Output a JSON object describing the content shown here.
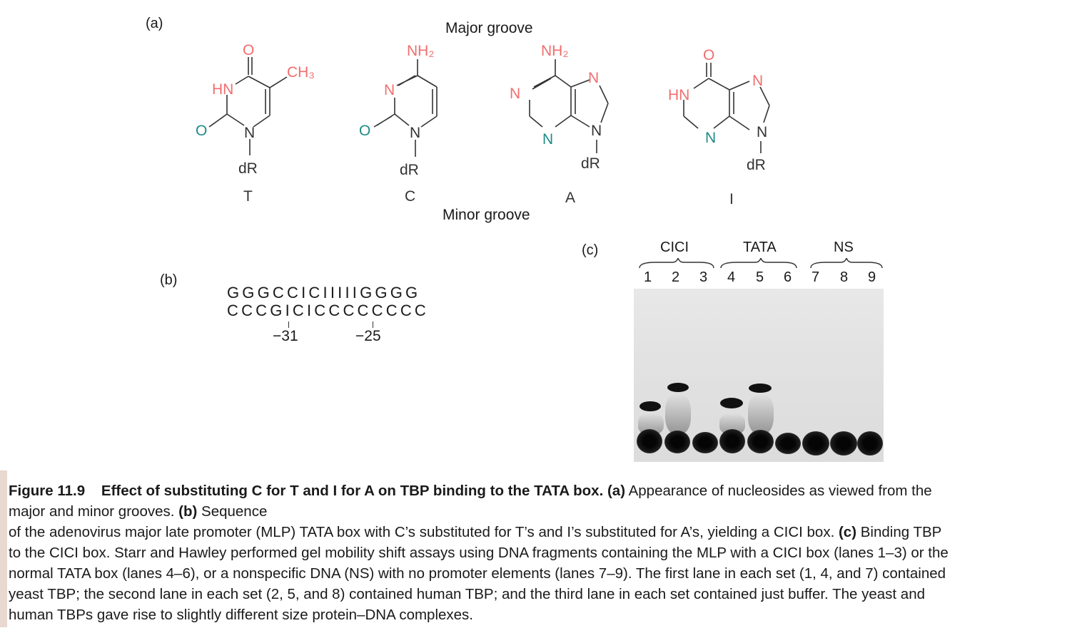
{
  "panel_a": {
    "label": "(a)",
    "major_groove": "Major groove",
    "minor_groove": "Minor groove",
    "structures": {
      "T": {
        "name": "T",
        "O_top": "O",
        "CH3": "CH₃",
        "HN": "HN",
        "O_left": "O",
        "N1": "N",
        "dR": "dR"
      },
      "C": {
        "name": "C",
        "NH2": "NH₂",
        "N3": "N",
        "O_left": "O",
        "N1": "N",
        "dR": "dR"
      },
      "A": {
        "name": "A",
        "NH2": "NH₂",
        "N7": "N",
        "N1": "N",
        "N3": "N",
        "N9": "N",
        "dR": "dR"
      },
      "I": {
        "name": "I",
        "O_top": "O",
        "HN": "HN",
        "N7": "N",
        "N3": "N",
        "N9": "N",
        "dR": "dR"
      }
    },
    "colors": {
      "major": "#f06e6e",
      "minor": "#1e8c88",
      "bond": "#333333"
    }
  },
  "panel_b": {
    "label": "(b)",
    "top_strand": "GGGCCICIIIIIGGGG",
    "bottom_strand": "CCCGICICCCCCCCC",
    "marker1": "−31",
    "marker2": "−25"
  },
  "panel_c": {
    "label": "(c)",
    "groups": [
      "CICI",
      "TATA",
      "NS"
    ],
    "lanes": [
      "1",
      "2",
      "3",
      "4",
      "5",
      "6",
      "7",
      "8",
      "9"
    ],
    "complex_band_lanes": {
      "yeast": [
        1,
        4
      ],
      "human": [
        2,
        5
      ]
    }
  },
  "caption": {
    "figure": "Figure 11.9",
    "title": "Effect of substituting C for T and I for A on  TBP  binding to the TATA box.",
    "line1_rest": " Appearance of nucleosides as viewed from the",
    "a_label": "(a)",
    "line2_pre": "major and minor grooves. ",
    "b_label": "(b)",
    "line2_post": " Sequence",
    "line3_pre": "of the adenovirus major late promoter (MLP) TATA box with C’s substituted for T’s and I’s substituted for A’s, yielding a CICI box. ",
    "c_label": "(c)",
    "line3_post": " Binding TBP",
    "line4": "to the CICI box. Starr and Hawley performed gel mobility shift assays using DNA fragments containing the MLP with a CICI box (lanes 1–3) or the",
    "line5": "normal TATA box (lanes 4–6), or a nonspecific DNA (NS) with no promoter elements (lanes 7–9). The first lane in each set (1, 4, and 7) contained",
    "line6": "yeast TBP; the second lane in each set (2, 5, and 8) contained human TBP; and the third lane in each set contained just buffer. The yeast and",
    "line7": "human TBPs gave rise to slightly different size protein–DNA complexes."
  }
}
